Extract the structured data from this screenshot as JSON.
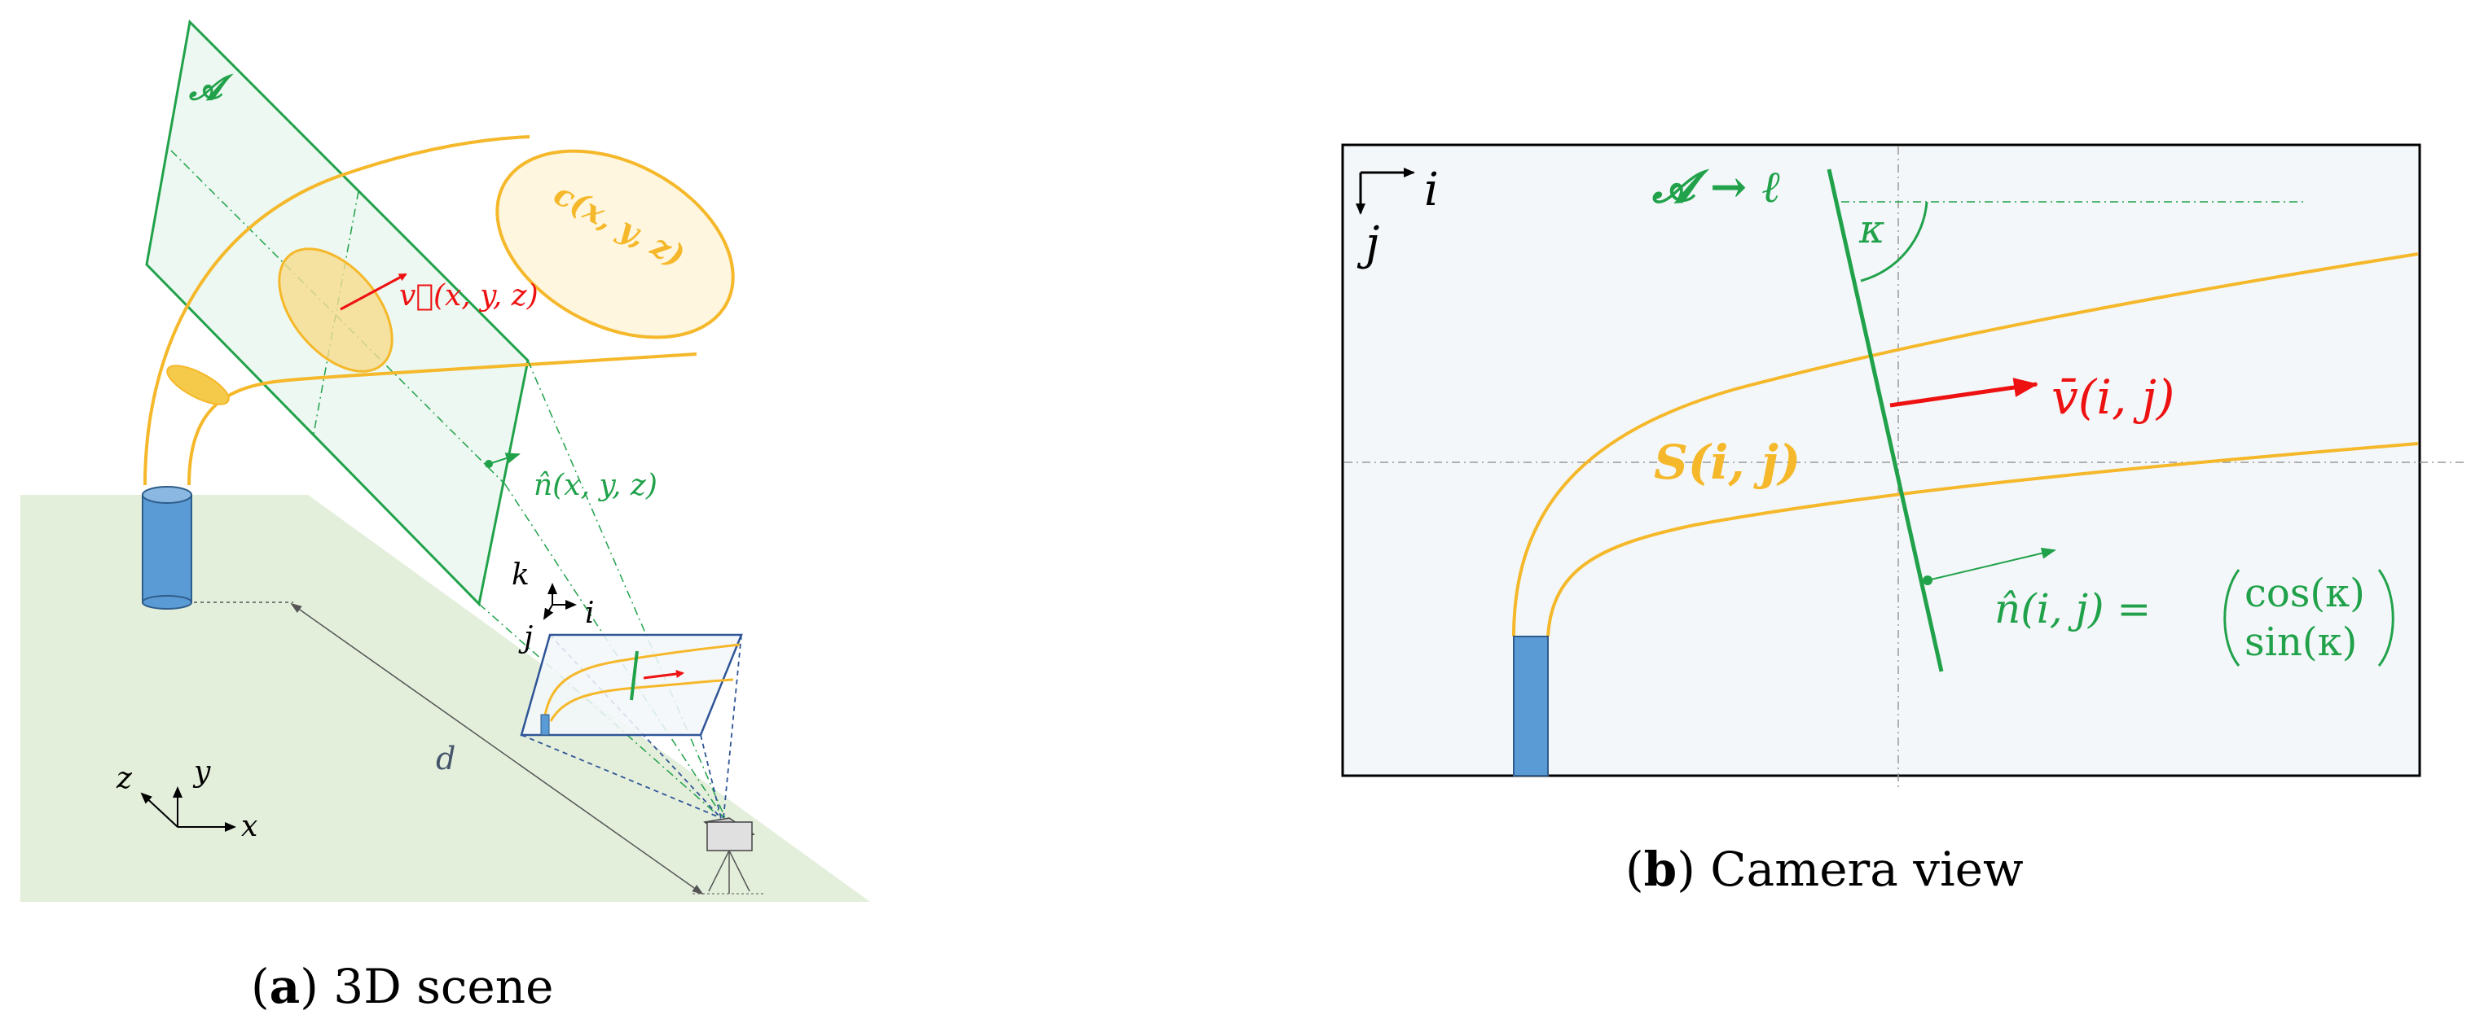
{
  "colors": {
    "ground": "#e3eedb",
    "plane_fill": "#e6f5ec",
    "plane_stroke": "#21a24a",
    "pipe": "#f5b82a",
    "pipe_fill": "#fff6df",
    "pipe_cut": "#f7dc8d",
    "cylinder": "#5b9bd5",
    "cylinder_stroke": "#2e5c8a",
    "vector": "#ee1111",
    "normal": "#21a24a",
    "panel_bg": "#f3f7fa",
    "frame": "#2f5597",
    "axis": "#000000",
    "guide": "#999999"
  },
  "scene": {
    "plane_label": "𝓐",
    "flow_label": "c(x, y, z)",
    "vector_label": "v⃗(x, y, z)",
    "normal_label": "n̂(x, y, z)",
    "distance_label": "d",
    "image_axis_k": "k",
    "image_axis_i": "i",
    "image_axis_j": "j",
    "world_axis_z": "z",
    "world_axis_y": "y",
    "world_axis_x": "x",
    "caption_letter": "a",
    "caption_text": " 3D scene"
  },
  "camera_view": {
    "axis_i": "i",
    "axis_j": "j",
    "plane_map_label": "𝓐 → ℓ",
    "angle_label": "κ",
    "vector_label": "v̄(i, j)",
    "surface_label": "S(i, j)",
    "normal_label": "n̂(i, j) =",
    "normal_matrix_top": "cos(κ)",
    "normal_matrix_bottom": "sin(κ)",
    "caption_letter": "b",
    "caption_text": " Camera view"
  }
}
